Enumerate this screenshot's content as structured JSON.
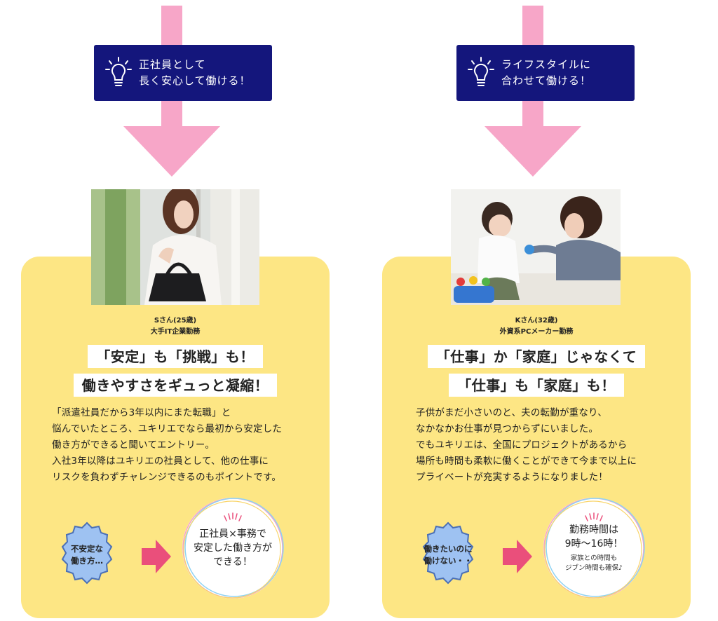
{
  "columns": [
    {
      "banner": {
        "line1": "正社員として",
        "line2": "長く安心して働ける！"
      },
      "photo_icon": "woman-with-handbag-photo",
      "person": {
        "name": "Sさん(25歳)",
        "role": "大手IT企業勤務"
      },
      "headline": {
        "line1": "「安定」も「挑戦」も！",
        "line2": "働きやすさをギュっと凝縮！"
      },
      "body": [
        "「派遣社員だから3年以内にまた転職」と",
        "悩んでいたところ、ユキリエでなら最初から安定した",
        "働き方ができると聞いてエントリー。",
        "入社3年以降はユキリエの社員として、他の仕事に",
        "リスクを負わずチャレンジできるのもポイントです。"
      ],
      "badge": {
        "line1": "不安定な",
        "line2": "働き方…"
      },
      "result": {
        "lines": [
          "正社員×事務で",
          "安定した働き方が",
          "できる！"
        ],
        "sub": []
      }
    },
    {
      "banner": {
        "line1": "ライフスタイルに",
        "line2": "合わせて働ける！"
      },
      "photo_icon": "mother-and-child-photo",
      "person": {
        "name": "Kさん(32歳)",
        "role": "外資系PCメーカー勤務"
      },
      "headline": {
        "line1": "「仕事」か「家庭」じゃなくて",
        "line2": "「仕事」も「家庭」も！"
      },
      "body": [
        "子供がまだ小さいのと、夫の転勤が重なり、",
        "なかなかお仕事が見つからずにいました。",
        "でもユキリエは、全国にプロジェクトがあるから",
        "場所も時間も柔軟に働くことができて今まで以上に",
        "プライベートが充実するようになりました！"
      ],
      "badge": {
        "line1": "働きたいのに",
        "line2": "働けない・・"
      },
      "result": {
        "lines": [
          "勤務時間は",
          "9時〜16時！"
        ],
        "sub": [
          "家族との時間も",
          "ジブン時間も確保♪"
        ]
      }
    }
  ],
  "colors": {
    "navy": "#14167c",
    "pink_arrow": "#f7a6c8",
    "panel": "#fde684",
    "badge": "#9ec2f2",
    "small_arrow": "#ea4f7b"
  }
}
